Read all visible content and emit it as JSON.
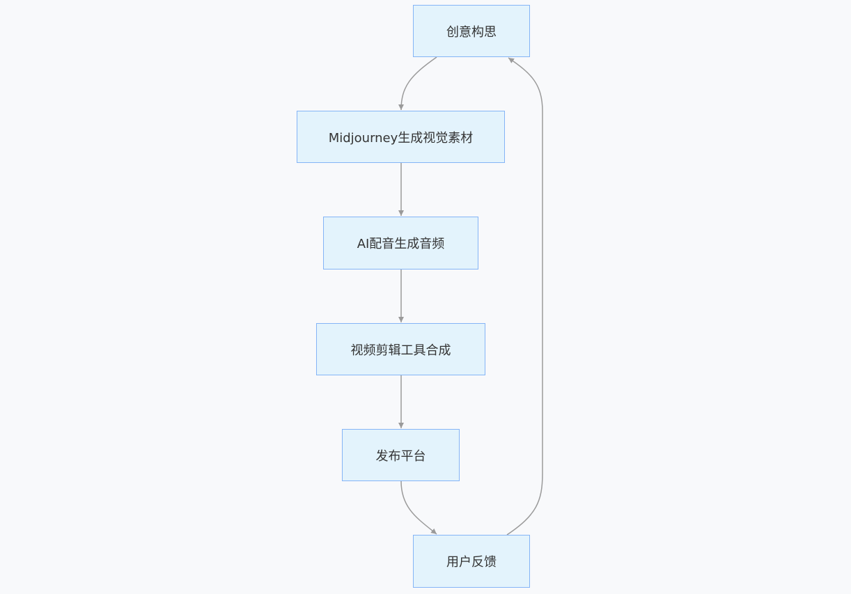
{
  "diagram": {
    "nodes": [
      {
        "id": "n1",
        "label": "创意构思"
      },
      {
        "id": "n2",
        "label": "Midjourney生成视觉素材"
      },
      {
        "id": "n3",
        "label": "AI配音生成音频"
      },
      {
        "id": "n4",
        "label": "视频剪辑工具合成"
      },
      {
        "id": "n5",
        "label": "发布平台"
      },
      {
        "id": "n6",
        "label": "用户反馈"
      }
    ],
    "edges": [
      {
        "from": "n1",
        "to": "n2"
      },
      {
        "from": "n2",
        "to": "n3"
      },
      {
        "from": "n3",
        "to": "n4"
      },
      {
        "from": "n4",
        "to": "n5"
      },
      {
        "from": "n5",
        "to": "n6"
      },
      {
        "from": "n6",
        "to": "n1"
      }
    ]
  }
}
